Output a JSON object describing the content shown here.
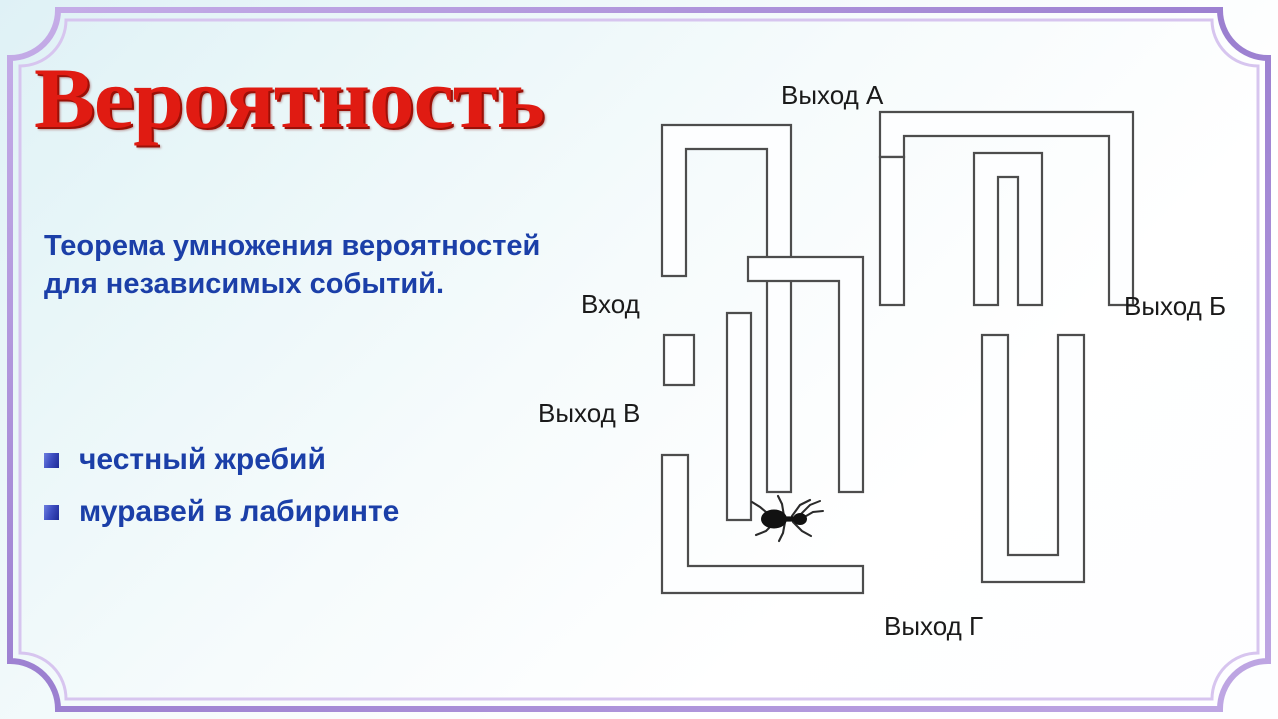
{
  "slide": {
    "title": "Вероятность",
    "subtitle": "Теорема умножения вероятностей для независимых событий.",
    "background_start_color": "#dff1f6",
    "background_end_color": "#ffffff",
    "title_color": "#e01b12",
    "text_color": "#1b3fa8",
    "frame_color": "#a98fd6"
  },
  "bullets": [
    {
      "label": "честный жребий"
    },
    {
      "label": "муравей в лабиринте"
    }
  ],
  "maze": {
    "wall_stroke_color": "#4d4d4d",
    "wall_fill_color": "#fdfeff",
    "ant": {
      "name": "ant",
      "color": "#111111"
    },
    "labels": {
      "entrance": "Вход",
      "exit_a": "Выход А",
      "exit_b": "Выход Б",
      "exit_v": "Выход В",
      "exit_g": "Выход Г"
    }
  }
}
